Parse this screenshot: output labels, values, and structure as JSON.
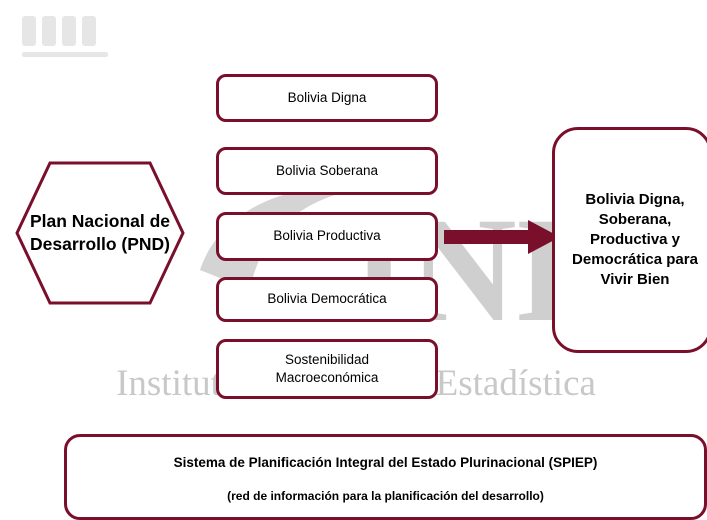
{
  "watermark": {
    "logo_text": "INE",
    "institution": "Instituto Nacional de Estadística"
  },
  "hexagon": {
    "label": "Plan Nacional de Desarrollo (PND)"
  },
  "pillars": [
    "Bolivia Digna",
    "Bolivia Soberana",
    "Bolivia Productiva",
    "Bolivia Democrática",
    "Sostenibilidad Macroeconómica"
  ],
  "goal": {
    "label": "Bolivia Digna, Soberana, Productiva y Democrática para Vivir Bien"
  },
  "system": {
    "title": "Sistema de Planificación Integral del Estado Plurinacional (SPIEP)",
    "subtitle": "(red de información para la planificación del desarrollo)"
  },
  "colors": {
    "border": "#7a0f2c",
    "arrow": "#7a0f2c",
    "watermark": "#c8c8c8"
  }
}
